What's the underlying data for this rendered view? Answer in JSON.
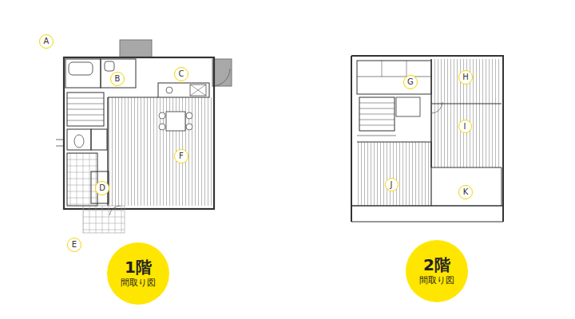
{
  "diagram": {
    "nodes": [
      {
        "text": [
          "A"
        ]
      },
      {
        "text": [
          "B"
        ]
      },
      {
        "text": [
          "C"
        ]
      },
      {
        "text": [
          "D"
        ]
      },
      {
        "text": [
          "E"
        ]
      },
      {
        "text": [
          "F"
        ]
      },
      {
        "text": [
          "G"
        ]
      },
      {
        "text": [
          "H"
        ]
      },
      {
        "text": [
          "I"
        ]
      },
      {
        "text": [
          "J"
        ]
      },
      {
        "text": [
          "K"
        ]
      },
      {
        "text": [
          "1階",
          "間取り図"
        ]
      },
      {
        "text": [
          "2階",
          "間取り図"
        ]
      }
    ]
  }
}
